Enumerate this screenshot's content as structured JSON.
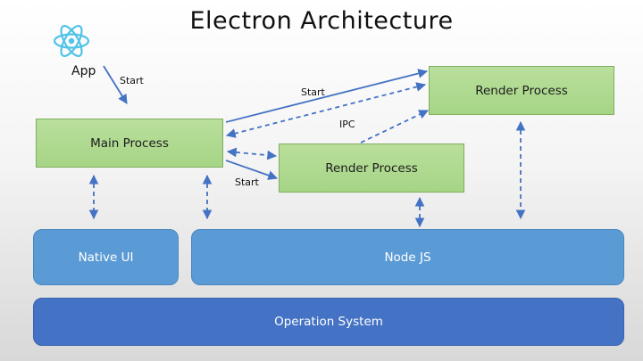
{
  "title": "Electron Architecture",
  "app": {
    "label": "App",
    "icon": "electron-atom-icon"
  },
  "nodes": {
    "main_process": "Main Process",
    "render_process_top": "Render Process",
    "render_process_mid": "Render Process",
    "native_ui": "Native UI",
    "node_js": "Node JS",
    "operation_system": "Operation System"
  },
  "edge_labels": {
    "app_start": "Start",
    "start_to_top_render": "Start",
    "ipc": "IPC",
    "start_to_mid_render": "Start"
  },
  "colors": {
    "process_fill": "#a9d18e",
    "layer_fill": "#5b9bd5",
    "os_fill": "#4472c4",
    "arrow": "#4472c4",
    "icon": "#4fc3e8"
  }
}
